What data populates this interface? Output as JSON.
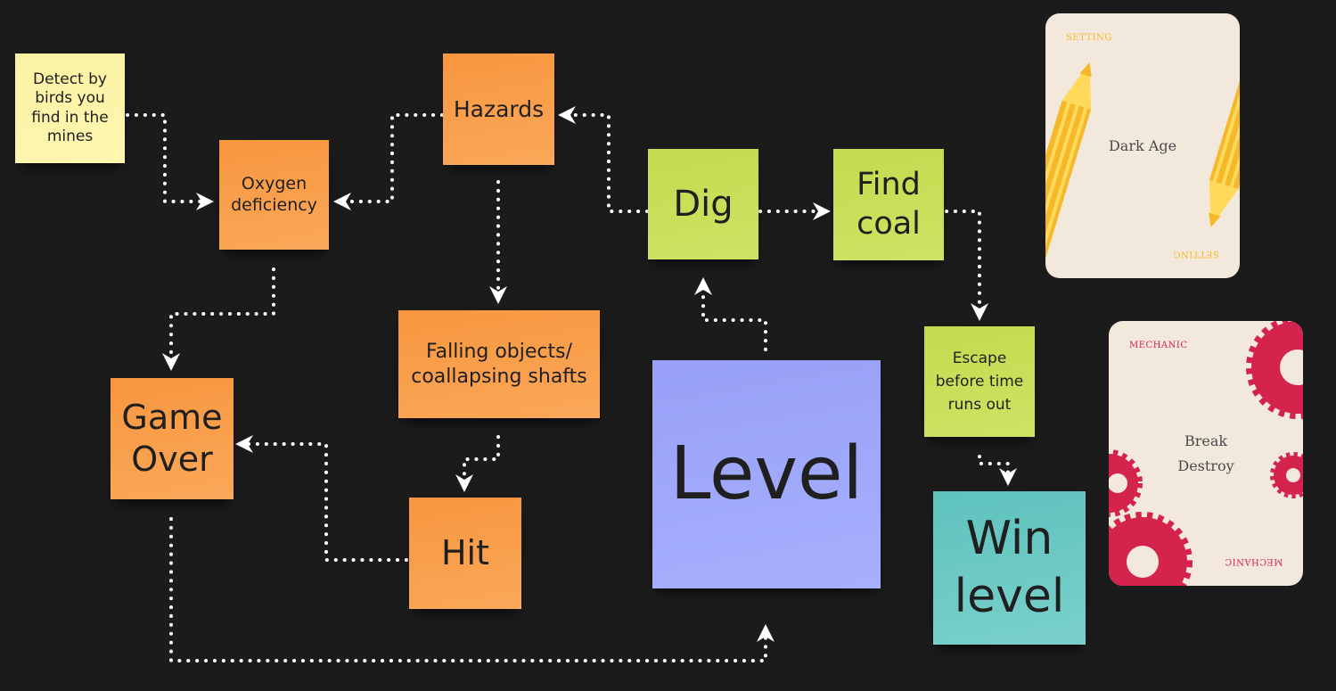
{
  "notes": {
    "detect_birds": "Detect by birds you find in the mines",
    "oxygen": "Oxygen deficiency",
    "hazards": "Hazards",
    "dig": "Dig",
    "find_coal": "Find coal",
    "falling": "Falling objects/ coallapsing shafts",
    "game_over": "Game Over",
    "hit": "Hit",
    "level": "Level",
    "escape": "Escape before time runs out",
    "win_level": "Win level"
  },
  "cards": {
    "setting": {
      "tag": "SETTING",
      "title": "Dark Age",
      "color": "#f5b82a"
    },
    "mechanic": {
      "tag": "MECHANIC",
      "title_line1": "Break",
      "title_line2": "Destroy",
      "color": "#d4234c"
    }
  },
  "colors": {
    "background": "#1b1b1b",
    "orange": "#f7963e",
    "yellow": "#fbf2a4",
    "lime": "#c4da4e",
    "violet": "#97a0f5",
    "teal": "#5fc2bd",
    "connector": "#ffffff"
  }
}
